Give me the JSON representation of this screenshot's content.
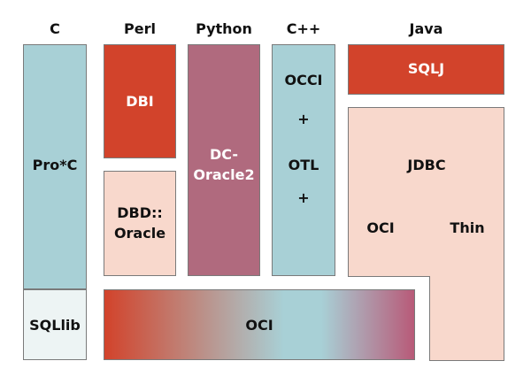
{
  "columns": {
    "c": "C",
    "perl": "Perl",
    "python": "Python",
    "cpp": "C++",
    "java": "Java"
  },
  "boxes": {
    "proc": "Pro*C",
    "sqllib": "SQLlib",
    "dbi": "DBI",
    "dbd_oracle": "DBD::\nOracle",
    "dc_oracle2": "DC-\nOracle2",
    "occi": "OCCI",
    "plus1": "+",
    "otl": "OTL",
    "plus2": "+",
    "sqlj": "SQLJ",
    "jdbc": "JDBC",
    "jdbc_oci": "OCI",
    "jdbc_thin": "Thin",
    "oci": "OCI"
  },
  "colors": {
    "teal": "#a8d0d6",
    "red": "#d2432b",
    "mauve": "#b06a7e",
    "peach": "#f8d8cc",
    "pale": "#edf4f4",
    "border": "#7a7a7a"
  }
}
